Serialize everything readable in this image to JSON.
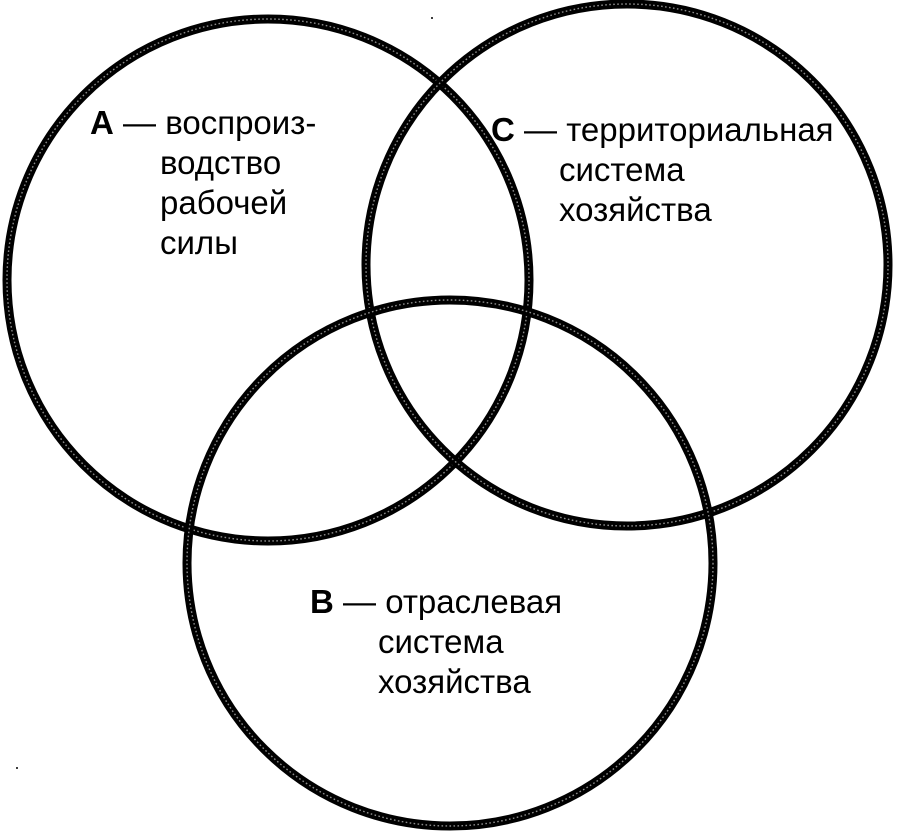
{
  "diagram": {
    "type": "venn",
    "stroke_color": "#000000",
    "sets": [
      {
        "id": "A",
        "letter": "A",
        "dash": " — ",
        "lines": [
          "воспроиз-",
          "водство",
          "рабочей",
          "силы"
        ]
      },
      {
        "id": "C",
        "letter": "C",
        "dash": " — ",
        "lines": [
          "территориальная",
          "система",
          "хозяйства"
        ]
      },
      {
        "id": "B",
        "letter": "B",
        "dash": " — ",
        "lines": [
          "отраслевая",
          "система",
          "хозяйства"
        ]
      }
    ]
  }
}
